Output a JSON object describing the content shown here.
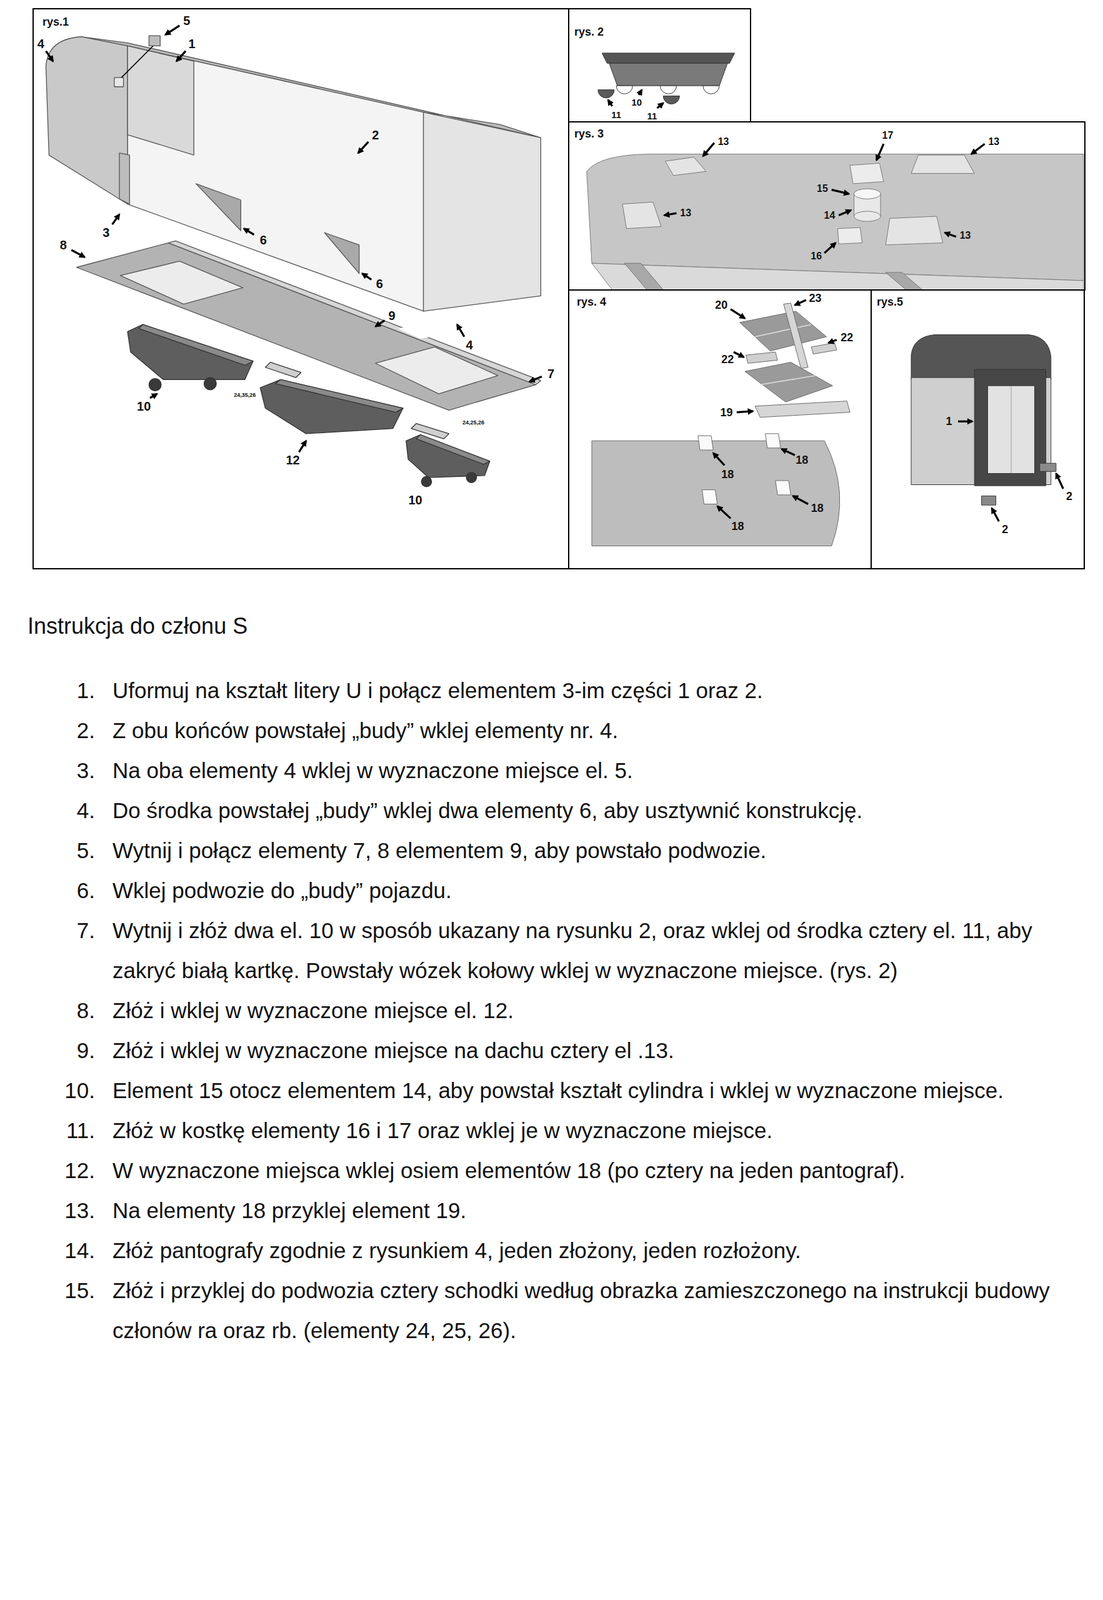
{
  "diagram": {
    "title": "Instrukcja do członu S",
    "nodes": [
      {
        "text": [
          "rys.1"
        ]
      },
      {
        "text": [
          "rys. 2"
        ]
      },
      {
        "text": [
          "rys. 3"
        ]
      },
      {
        "text": [
          "rys. 4"
        ]
      },
      {
        "text": [
          "rys.5"
        ]
      }
    ],
    "labels": [
      "4",
      "5",
      "1",
      "2",
      "3",
      "6",
      "8",
      "6",
      "9",
      "4",
      "7",
      "10",
      "24,35,26",
      "12",
      "24,25,26",
      "10",
      "11",
      "10",
      "11",
      "13",
      "17",
      "13",
      "15",
      "14",
      "13",
      "13",
      "16",
      "20",
      "23",
      "22",
      "22",
      "19",
      "18",
      "18",
      "18",
      "18",
      "1",
      "2",
      "2",
      "1.",
      "Uformuj na kształt litery U i połącz elementem 3-im części 1 oraz 2.",
      "2.",
      "Z obu końców powstałej „budy” wklej elementy nr. 4.",
      "3.",
      "Na oba elementy 4 wklej w wyznaczone miejsce el. 5.",
      "4.",
      "Do środka powstałej „budy” wklej dwa elementy 6, aby usztywnić konstrukcję.",
      "5.",
      "Wytnij i połącz elementy 7, 8 elementem 9, aby powstało podwozie.",
      "6.",
      "Wklej podwozie do „budy” pojazdu.",
      "7.",
      "Wytnij i złóż dwa el. 10 w sposób ukazany na rysunku 2, oraz wklej od środka cztery el. 11, aby zakryć białą kartkę. Powstały wózek kołowy wklej w wyznaczone miejsce. (rys. 2)",
      "8.",
      "Złóż i wklej w wyznaczone miejsce el. 12.",
      "9.",
      "Złóż i wklej w wyznaczone miejsce na dachu cztery el .13.",
      "10.",
      "Element 15 otocz elementem 14, aby powstał kształt cylindra i wklej w wyznaczone miejsce.",
      "11.",
      "Złóż w kostkę elementy 16 i 17 oraz wklej je w wyznaczone miejsce.",
      "12.",
      "W wyznaczone miejsca wklej osiem elementów 18 (po cztery na jeden pantograf).",
      "13.",
      "Na elementy 18 przyklej element 19.",
      "14.",
      "Złóż pantografy zgodnie z rysunkiem 4, jeden złożony, jeden rozłożony.",
      "15.",
      "Złóż i przyklej do podwozia cztery schodki według obrazka zamieszczonego na instrukcji budowy członów ra oraz rb. (elementy 24, 25, 26)."
    ]
  }
}
